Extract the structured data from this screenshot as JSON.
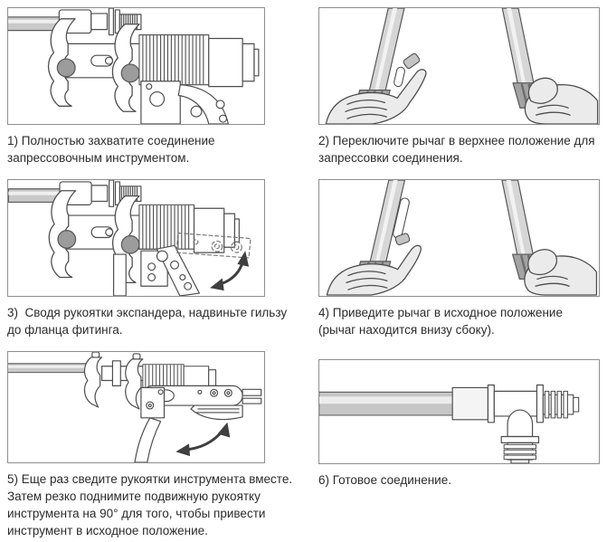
{
  "document": {
    "language": "ru",
    "type": "press-tool-installation-instructions",
    "colors": {
      "panel_border": "#8e8e8e",
      "line": "#4d4d4d",
      "pipe_gray": "#c9c9c9",
      "grip_gray": "#a3a3a3",
      "pin_gray": "#9c9c9c",
      "hand_gray": "#ebebeb",
      "text": "#2b2b2b"
    },
    "steps": [
      {
        "caption": "1) Полностью захватите соединение\nзапрессовочным инструментом.",
        "illustration": "press-tool-fully-gripping-joint"
      },
      {
        "caption": "2) Переключите рычаг в верхнее положение для запрессовки соединения.",
        "illustration": "hands-switching-lever-to-upper-position"
      },
      {
        "caption": "3)  Сводя рукоятки экспандера, надвиньте гильзу до фланца фитинга.",
        "illustration": "squeezing-expander-handles-sliding-sleeve-to-fitting-flange"
      },
      {
        "caption": "4) Приведите рычаг в исходное положение (рычаг находится внизу сбоку).",
        "illustration": "hands-returning-lever-to-start-position"
      },
      {
        "caption": "5) Еще раз сведите рукоятки инструмента вместе. Затем резко поднимите подвижную рукоятку инструмента на 90° для того, чтобы привести инструмент в исходное положение.",
        "illustration": "final-squeeze-and-raise-movable-handle-90-degrees"
      },
      {
        "caption": "6) Готовое соединение.",
        "illustration": "finished-tee-connection"
      }
    ]
  }
}
